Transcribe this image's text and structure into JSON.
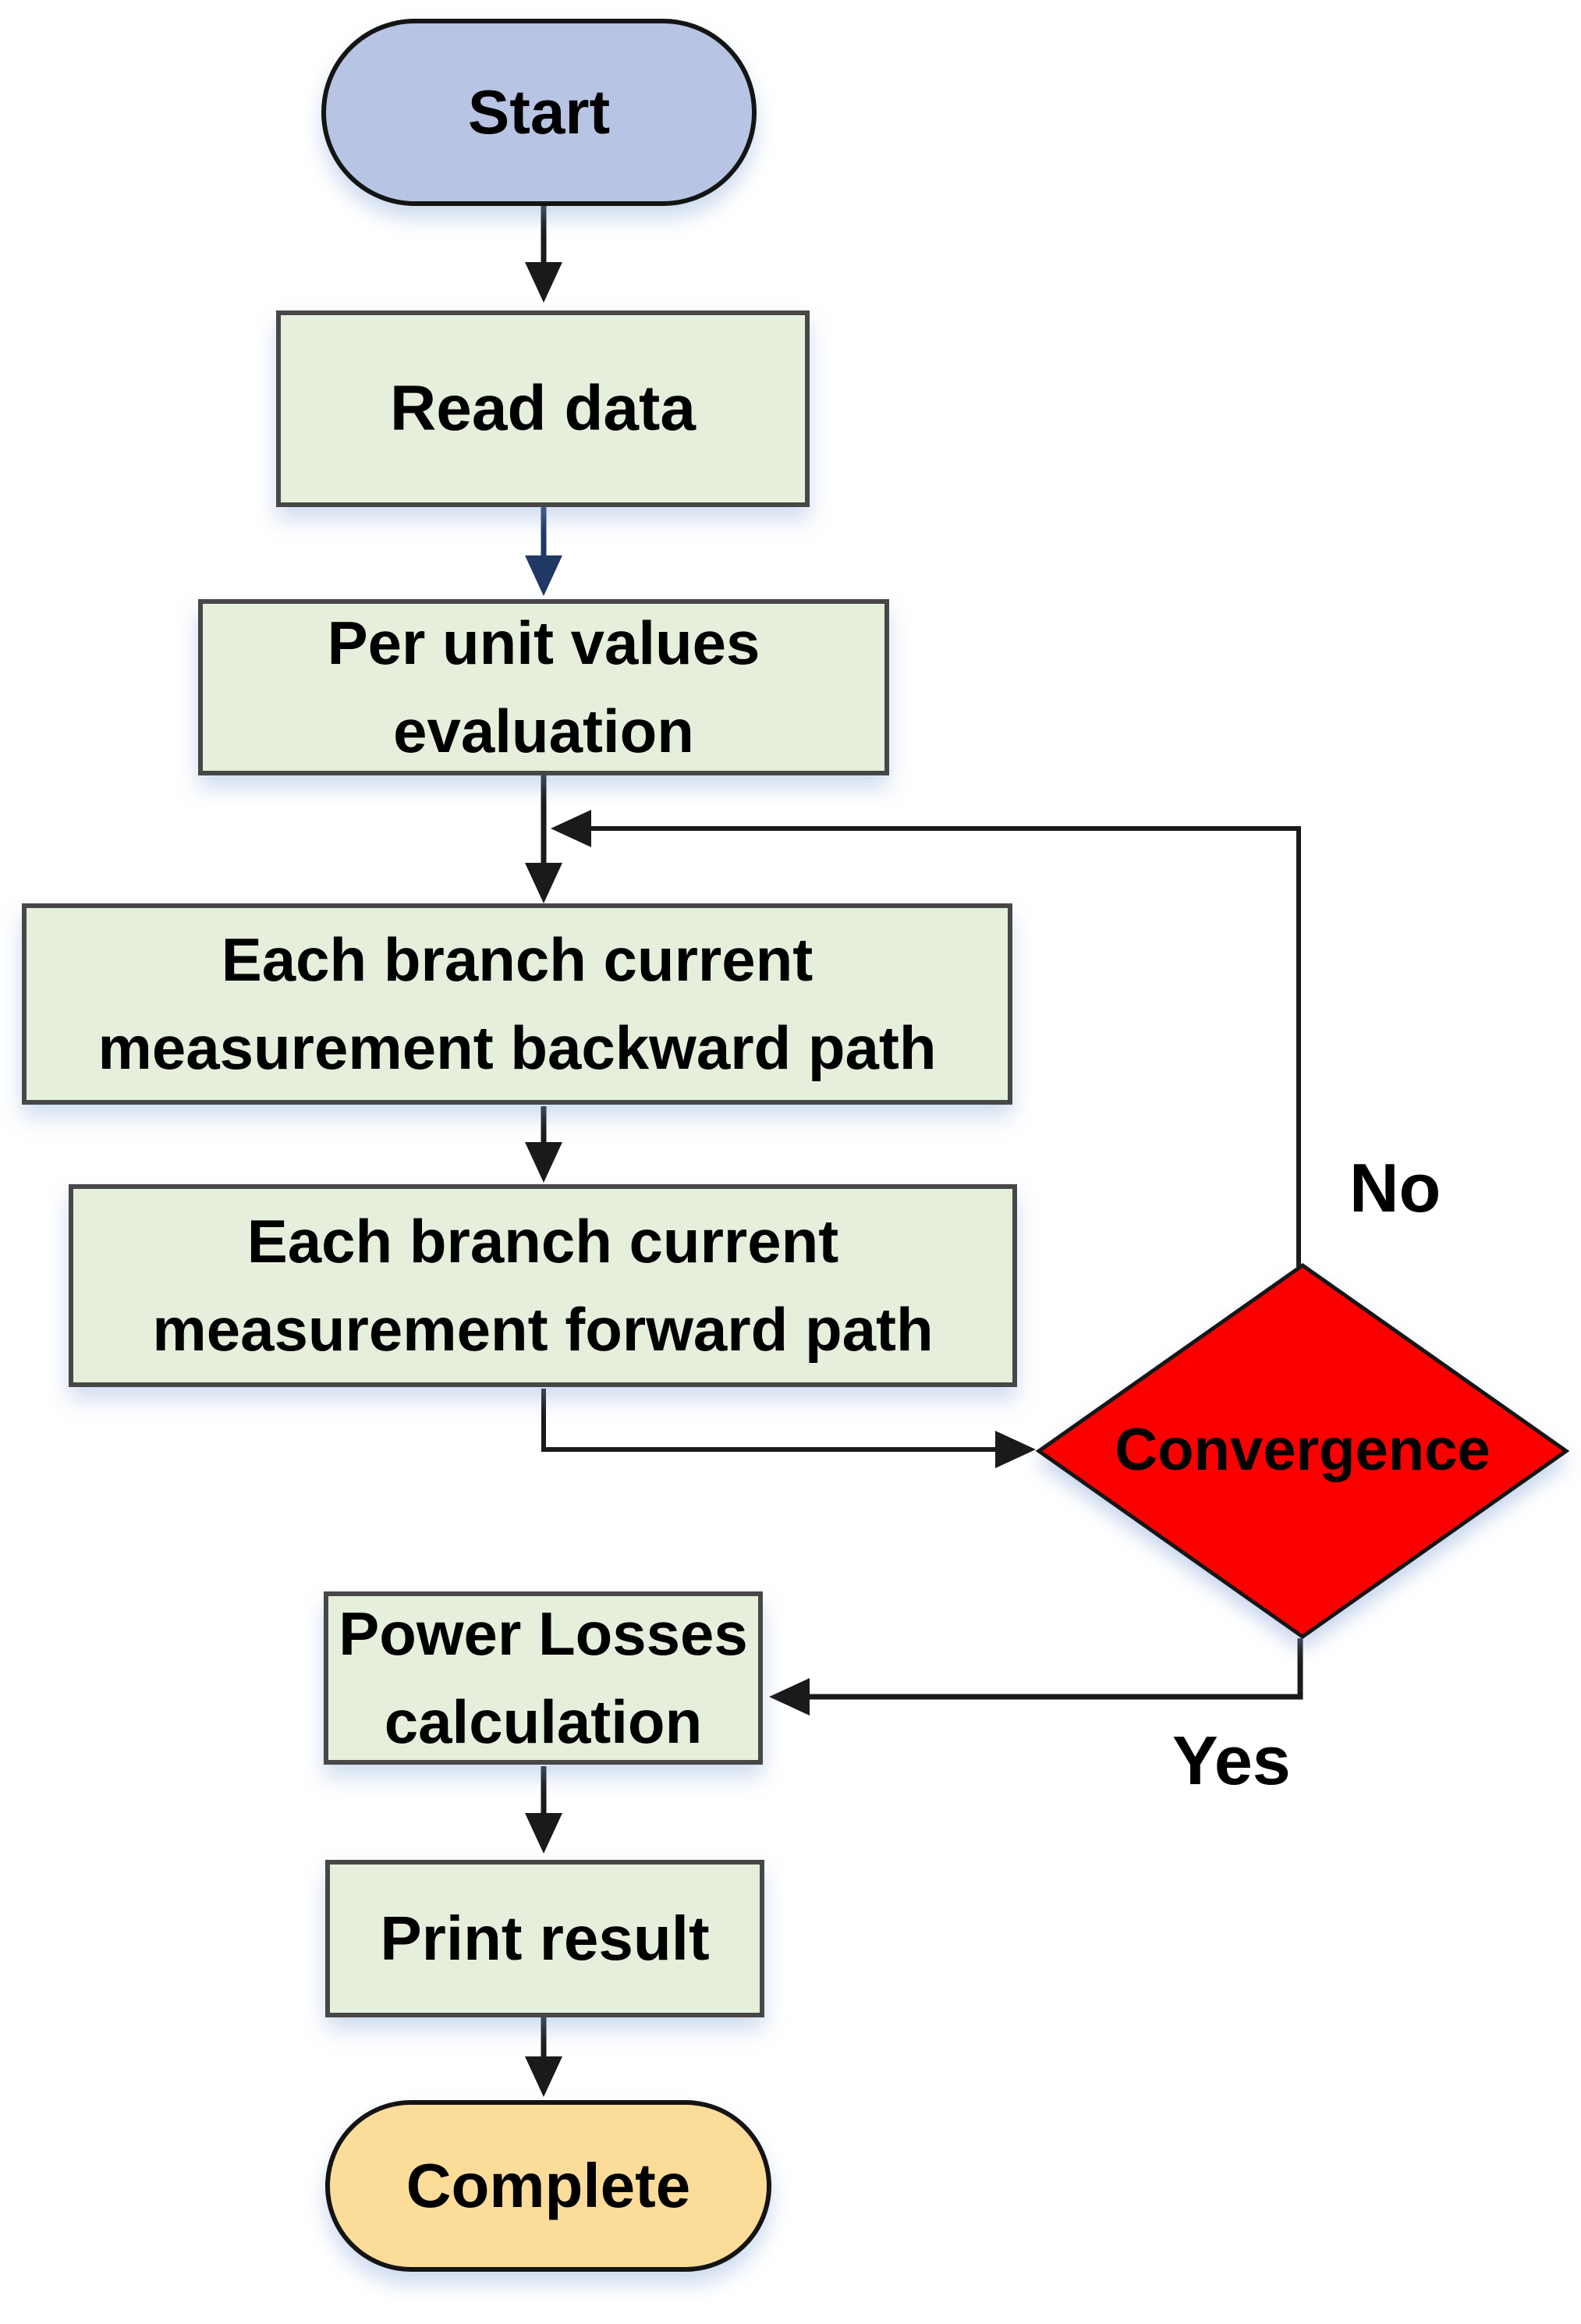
{
  "diagram": {
    "type": "flowchart",
    "nodes": {
      "start": {
        "label": "Start",
        "shape": "terminator",
        "fill": "#b7c4e3"
      },
      "read_data": {
        "label": "Read data",
        "shape": "process",
        "fill": "#e6efdc"
      },
      "per_unit": {
        "label": "Per unit values\nevaluation",
        "shape": "process",
        "fill": "#e6efdc"
      },
      "backward": {
        "label": "Each branch current\nmeasurement backward path",
        "shape": "process",
        "fill": "#e6efdc"
      },
      "forward": {
        "label": "Each branch current\nmeasurement forward path",
        "shape": "process",
        "fill": "#e6efdc"
      },
      "convergence": {
        "label": "Convergence",
        "shape": "decision",
        "fill": "#fb0404"
      },
      "power_losses": {
        "label": "Power Losses\ncalculation",
        "shape": "process",
        "fill": "#e6efdc"
      },
      "print_result": {
        "label": "Print result",
        "shape": "process",
        "fill": "#e6efdc"
      },
      "complete": {
        "label": "Complete",
        "shape": "terminator",
        "fill": "#fcdc99"
      }
    },
    "edge_labels": {
      "no": "No",
      "yes": "Yes"
    },
    "edges": [
      {
        "from": "start",
        "to": "read_data",
        "label": ""
      },
      {
        "from": "read_data",
        "to": "per_unit",
        "label": ""
      },
      {
        "from": "per_unit",
        "to": "backward",
        "label": ""
      },
      {
        "from": "backward",
        "to": "forward",
        "label": ""
      },
      {
        "from": "forward",
        "to": "convergence",
        "label": ""
      },
      {
        "from": "convergence",
        "to": "backward",
        "label": "No"
      },
      {
        "from": "convergence",
        "to": "power_losses",
        "label": "Yes"
      },
      {
        "from": "power_losses",
        "to": "print_result",
        "label": ""
      },
      {
        "from": "print_result",
        "to": "complete",
        "label": ""
      }
    ],
    "colors": {
      "process_fill": "#e6efdc",
      "process_border": "#474747",
      "start_fill": "#b7c4e3",
      "end_fill": "#fcdc99",
      "decision_fill": "#fb0404",
      "arrow_black": "#1a1a1a",
      "arrow_navy": "#1f3864",
      "text": "#000000",
      "background": "#ffffff"
    }
  }
}
